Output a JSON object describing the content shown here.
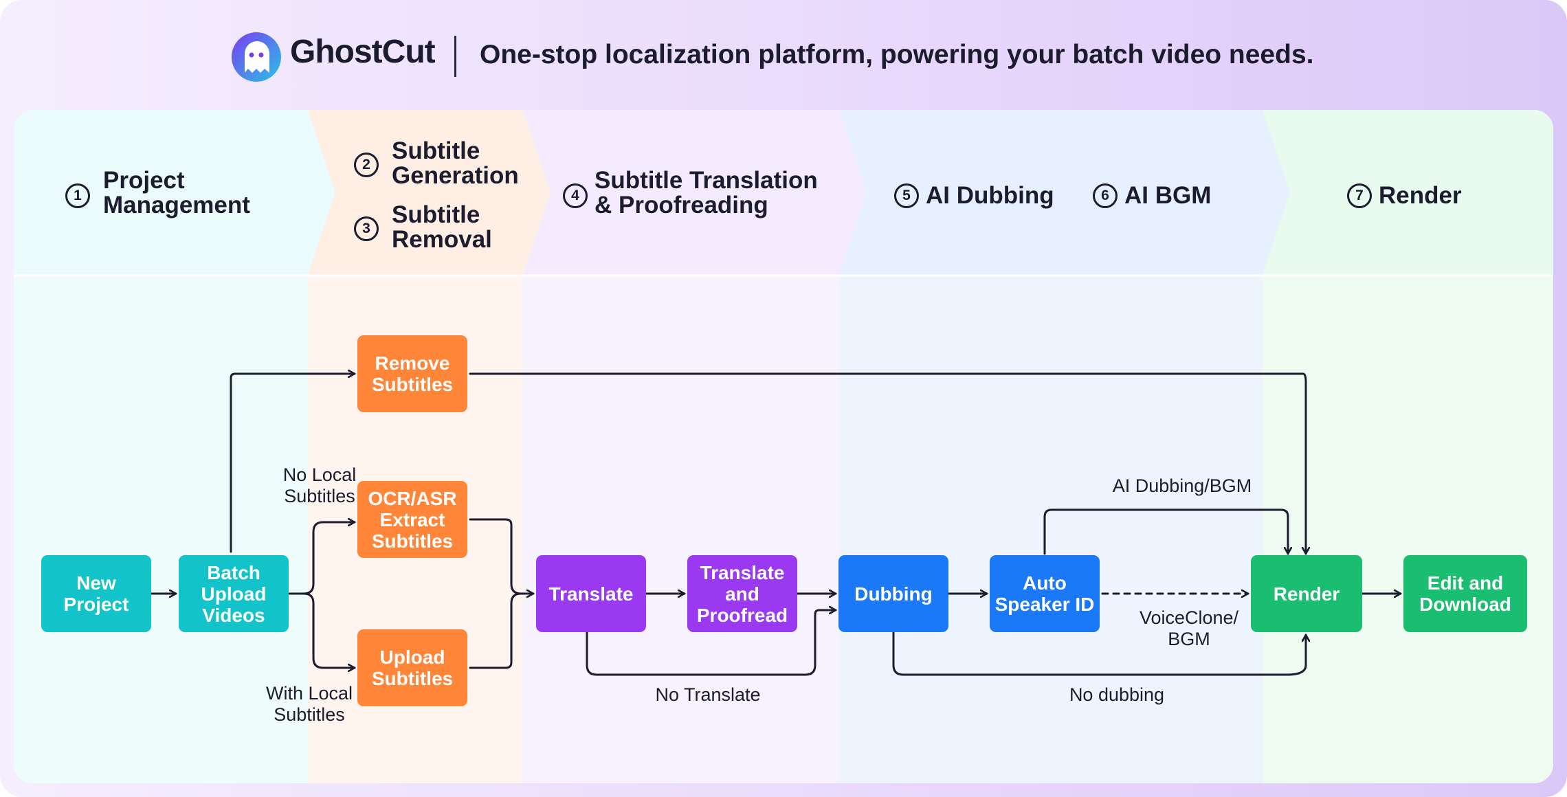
{
  "header": {
    "brand": "GhostCut",
    "tagline": "One-stop localization platform, powering your batch video needs."
  },
  "stages": [
    {
      "items": [
        {
          "num": "1",
          "label": "Project\nManagement"
        }
      ]
    },
    {
      "items": [
        {
          "num": "2",
          "label": "Subtitle\nGeneration"
        },
        {
          "num": "3",
          "label": "Subtitle\nRemoval"
        }
      ]
    },
    {
      "items": [
        {
          "num": "4",
          "label": "Subtitle Translation\n& Proofreading"
        }
      ]
    },
    {
      "items": [
        {
          "num": "5",
          "label": "AI Dubbing"
        },
        {
          "num": "6",
          "label": "AI BGM"
        }
      ]
    },
    {
      "items": [
        {
          "num": "7",
          "label": "Render"
        }
      ]
    }
  ],
  "nodes": {
    "new_project": "New\nProject",
    "batch_upload": "Batch\nUpload\nVideos",
    "remove_subtitles": "Remove\nSubtitles",
    "ocr_asr": "OCR/ASR\nExtract\nSubtitles",
    "upload_subtitles": "Upload\nSubtitles",
    "translate": "Translate",
    "translate_proofread": "Translate\nand\nProofread",
    "dubbing": "Dubbing",
    "auto_speaker": "Auto\nSpeaker ID",
    "render": "Render",
    "edit_download": "Edit and\nDownload"
  },
  "edge_labels": {
    "no_local": "No Local\nSubtitles",
    "with_local": "With Local\nSubtitles",
    "no_translate": "No Translate",
    "ai_dubbing_bgm": "AI Dubbing/BGM",
    "voiceclone_bgm": "VoiceClone/\nBGM",
    "no_dubbing": "No dubbing"
  },
  "colors": {
    "teal": "#12c4c9",
    "orange": "#ff8639",
    "purple": "#9a39ef",
    "blue": "#1b78f7",
    "green": "#19be70",
    "zone1": "#effcfc",
    "zone2": "#fff4ee",
    "zone3": "#f8f1fe",
    "zone4": "#edf4fe",
    "zone5": "#eefbf1"
  }
}
